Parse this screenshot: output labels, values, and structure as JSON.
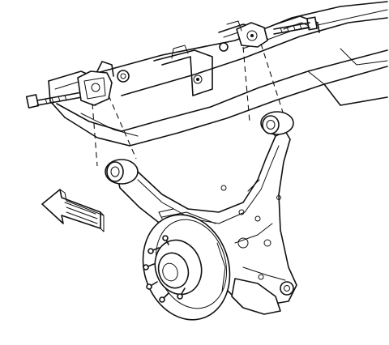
{
  "diagram": {
    "components": [
      "frame-crossmember",
      "front-bolt",
      "front-bushing-bracket",
      "rear-bolt",
      "rear-bushing-bracket",
      "front-bushing",
      "rear-bushing",
      "lower-control-arm",
      "wheel-hub",
      "brake-backing-plate",
      "wheel-studs",
      "ball-joint-knuckle",
      "front-direction-arrow"
    ],
    "colors": {
      "line": "#111111",
      "background": "#ffffff"
    }
  }
}
